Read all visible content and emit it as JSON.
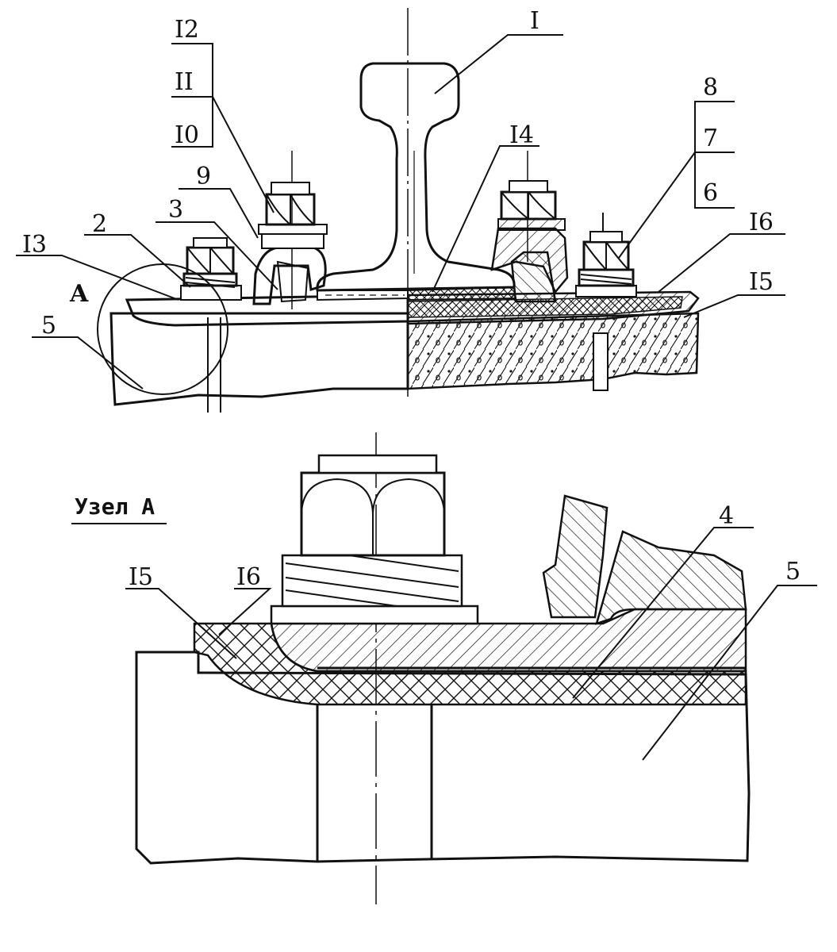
{
  "labels": {
    "rail": "I",
    "bolt_12": "I2",
    "bolt_11": "II",
    "bolt_10": "I0",
    "part_9": "9",
    "part_3": "3",
    "part_2": "2",
    "part_13": "I3",
    "node_marker": "A",
    "sleeper_5_top": "5",
    "pad_14": "I4",
    "part_8": "8",
    "part_7": "7",
    "part_6": "6",
    "part_16_top": "I6",
    "part_15_top": "I5",
    "detail_title": "Узел А",
    "part_15_bottom": "I5",
    "part_16_bottom": "I6",
    "part_4": "4",
    "sleeper_5_bottom": "5"
  }
}
